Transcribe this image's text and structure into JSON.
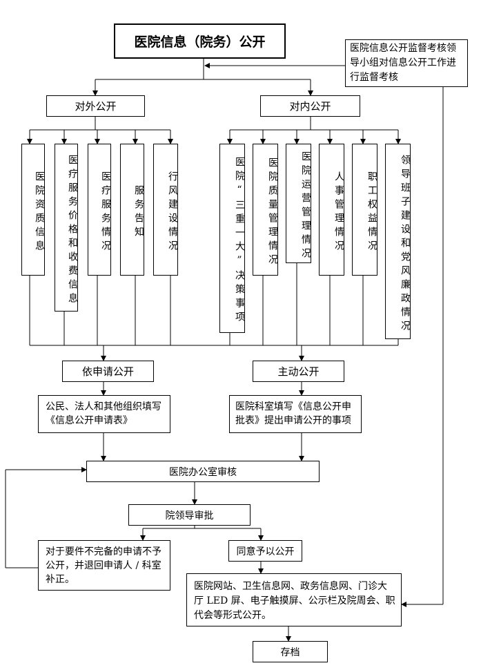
{
  "title": "医院信息（院务）公开",
  "supervision": "医院信息公开监督考核领导小组对信息公开工作进行监督考核",
  "external": {
    "label": "对外公开",
    "items": [
      "医院资质信息",
      "医疗服务价格和收费信息",
      "医疗服务情况",
      "服务告知",
      "行风建设情况"
    ]
  },
  "internal": {
    "label": "对内公开",
    "items": [
      "医院“三重一大”决策事项",
      "医院质量管理情况",
      "医院运营管理情况",
      "人事管理情况",
      "职工权益情况",
      "领导班子建设和党风廉政情况"
    ]
  },
  "apply_public": "依申请公开",
  "active_public": "主动公开",
  "apply_form": "公民、法人和其他组织填写《信息公开申请表》",
  "active_form": "医院科室填写《信息公开申批表》提出申请公开的事项",
  "office_review": "医院办公室审核",
  "leader_approval": "院领导审批",
  "reject": "对于要件不完备的申请不予公开，并退回申请人 / 科室补正。",
  "agree": "同意予以公开",
  "channels": "医院网站、卫生信息网、政务信息网、门诊大厅 LED 屏、电子触摸屏、公示栏及院周会、职代会等形式公开。",
  "archive": "存档"
}
